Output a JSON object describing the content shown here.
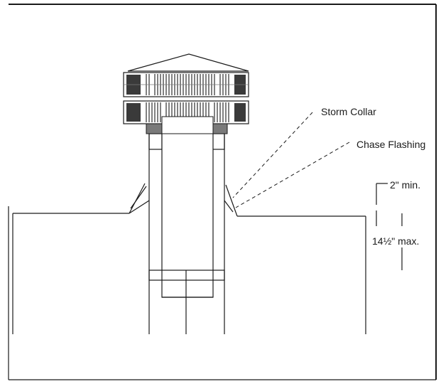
{
  "labels": {
    "storm_collar": "Storm Collar",
    "chase_flashing": "Chase Flashing",
    "min_clearance": "2\" min.",
    "max_extension": "14½\" max."
  },
  "colors": {
    "line": "#1a1a1a",
    "cap_dark": "#3a3a3a",
    "cap_mid": "#7a7a7a",
    "background": "#ffffff"
  }
}
